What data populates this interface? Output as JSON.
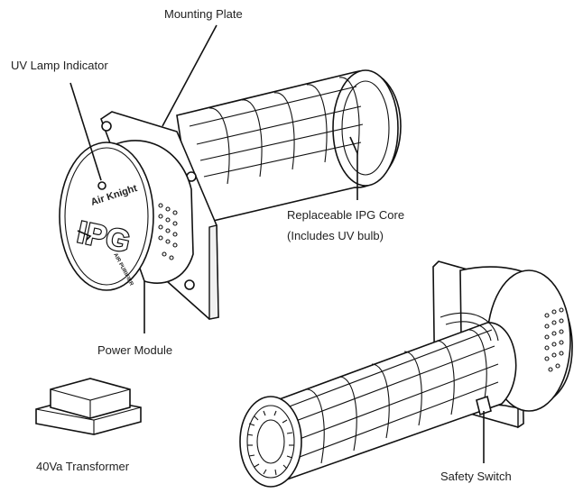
{
  "labels": {
    "mounting_plate": "Mounting Plate",
    "uv_lamp_indicator": "UV Lamp Indicator",
    "ipg_core_line1": "Replaceable IPG Core",
    "ipg_core_line2": "(Includes UV bulb)",
    "power_module": "Power Module",
    "transformer": "40Va Transformer",
    "safety_switch": "Safety Switch"
  },
  "device_face": {
    "brand": "Air Knight",
    "logo": "IPG",
    "subtitle": "AIR PURIFIER"
  },
  "colors": {
    "line": "#111111",
    "text": "#222222",
    "background": "#ffffff"
  }
}
